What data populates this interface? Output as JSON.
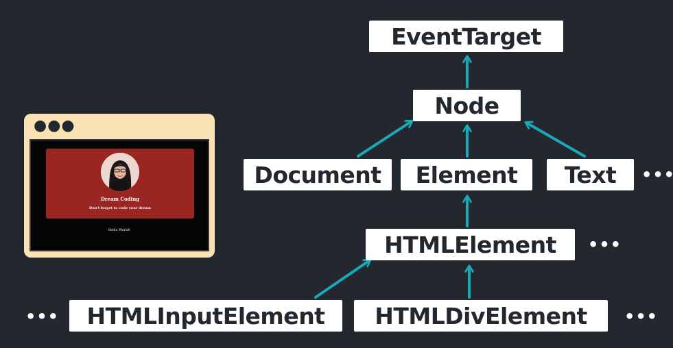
{
  "diagram": {
    "nodes": {
      "event_target": "EventTarget",
      "node": "Node",
      "document": "Document",
      "element": "Element",
      "text": "Text",
      "html_element": "HTMLElement",
      "html_input_element": "HTMLInputElement",
      "html_div_element": "HTMLDivElement"
    },
    "ellipsis": "•••",
    "edges": [
      {
        "from": "node",
        "to": "event_target"
      },
      {
        "from": "document",
        "to": "node"
      },
      {
        "from": "element",
        "to": "node"
      },
      {
        "from": "text",
        "to": "node"
      },
      {
        "from": "html_element",
        "to": "element"
      },
      {
        "from": "html_input_element",
        "to": "html_element"
      },
      {
        "from": "html_div_element",
        "to": "html_element"
      }
    ]
  },
  "browser_mockup": {
    "window_dots": "●●●",
    "card_title": "Dream Coding",
    "card_subtitle": "Don't forget to code your dream",
    "body_text": "Hello World!"
  },
  "colors": {
    "background": "#23272e",
    "arrow": "#1aa9b8",
    "node_fill": "#ffffff",
    "node_text": "#23272e",
    "browser_frame": "#fbe2b5",
    "card": "#9a2622"
  }
}
